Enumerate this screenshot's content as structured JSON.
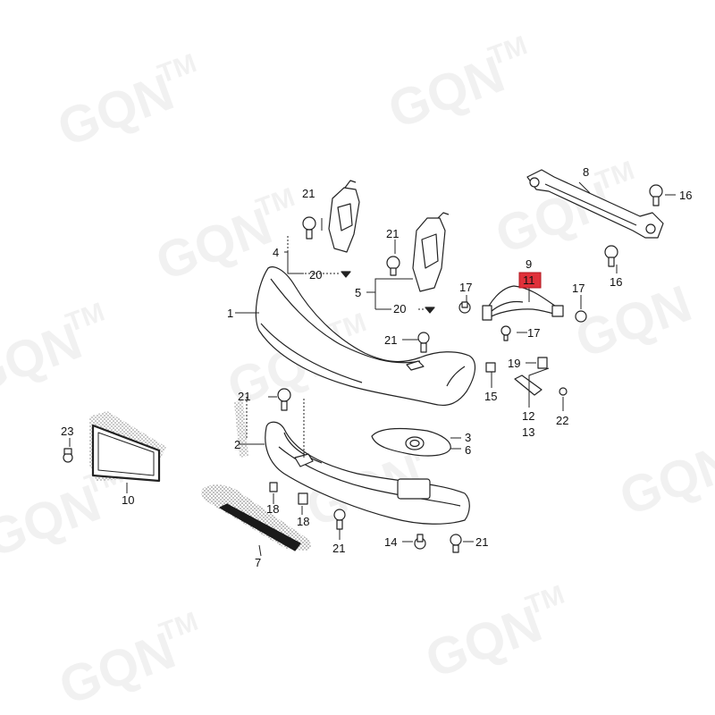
{
  "watermark": {
    "text": "GQN",
    "superscript": "TM"
  },
  "highlight_color": "#e0313a",
  "highlighted_part": "11",
  "callouts": {
    "c1": "1",
    "c2": "2",
    "c3": "3",
    "c4": "4",
    "c5": "5",
    "c6": "6",
    "c7": "7",
    "c8": "8",
    "c9": "9",
    "c10": "10",
    "c11": "11",
    "c12": "12",
    "c13": "13",
    "c14": "14",
    "c15": "15",
    "c16a": "16",
    "c16b": "16",
    "c17a": "17",
    "c17b": "17",
    "c17c": "17",
    "c18a": "18",
    "c18b": "18",
    "c19": "19",
    "c20a": "20",
    "c20b": "20",
    "c21a": "21",
    "c21b": "21",
    "c21c": "21",
    "c21d": "21",
    "c21e": "21",
    "c21f": "21",
    "c22": "22",
    "c23": "23"
  }
}
